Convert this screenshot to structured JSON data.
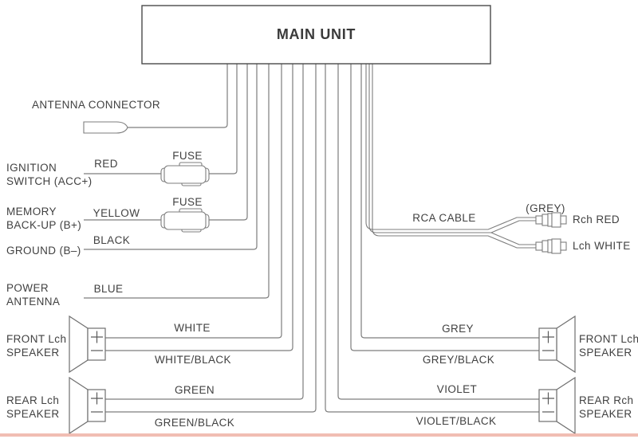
{
  "main_unit": {
    "label": "MAIN UNIT"
  },
  "antenna": {
    "label": "ANTENNA CONNECTOR"
  },
  "terminals": {
    "ignition": {
      "line1": "IGNITION",
      "line2": "SWITCH (ACC+)",
      "wire": "RED",
      "fuse": "FUSE"
    },
    "memory": {
      "line1": "MEMORY",
      "line2": "BACK-UP (B+)",
      "wire": "YELLOW",
      "fuse": "FUSE"
    },
    "ground": {
      "line1": "GROUND (B–)",
      "wire": "BLACK"
    },
    "power_antenna": {
      "line1": "POWER",
      "line2": "ANTENNA",
      "wire": "BLUE"
    }
  },
  "rca": {
    "label": "RCA CABLE",
    "note": "(GREY)",
    "rch": "Rch RED",
    "lch": "Lch WHITE"
  },
  "speakers": {
    "front_left": {
      "line1": "FRONT Lch",
      "line2": "SPEAKER",
      "pos": "WHITE",
      "neg": "WHITE/BLACK"
    },
    "rear_left": {
      "line1": "REAR Lch",
      "line2": "SPEAKER",
      "pos": "GREEN",
      "neg": "GREEN/BLACK"
    },
    "front_right": {
      "line1": "FRONT Lch",
      "line2": "SPEAKER",
      "pos": "GREY",
      "neg": "GREY/BLACK"
    },
    "rear_right": {
      "line1": "REAR Rch",
      "line2": "SPEAKER",
      "pos": "VIOLET",
      "neg": "VIOLET/BLACK"
    }
  },
  "icons": {
    "plus_terminal": "+",
    "minus_terminal": "−",
    "fuse": "inline-fuse",
    "antenna_plug": "antenna-plug",
    "rca_plug": "rca-plug",
    "speaker": "speaker-cone"
  },
  "colors": {
    "wire": "#7d7d7d",
    "outline": "#6f6f6f",
    "text": "#414141",
    "box_border": "#4a4a4a",
    "bottom_band": "#efb2a6",
    "background": "#ffffff"
  }
}
